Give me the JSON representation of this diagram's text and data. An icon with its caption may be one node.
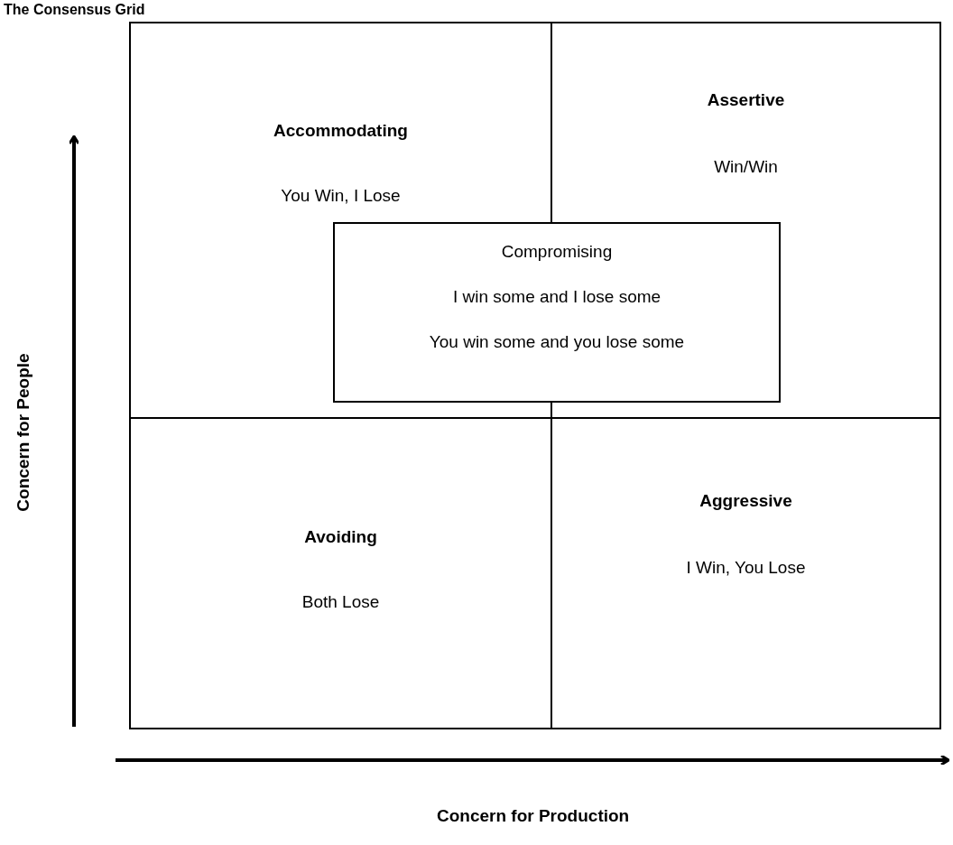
{
  "diagram": {
    "title": "The Consensus Grid",
    "nodes": [
      {
        "text": [
          "Accommodating",
          "You Win, I Lose"
        ]
      },
      {
        "text": [
          "Assertive",
          "Win/Win"
        ]
      },
      {
        "text": [
          "Compromising",
          "I win some and I lose some",
          "You win some and you lose some"
        ]
      },
      {
        "text": [
          "Avoiding",
          "Both Lose"
        ]
      },
      {
        "text": [
          "Aggressive",
          "I Win, You Lose"
        ]
      }
    ],
    "edges": [],
    "labels": [
      "Concern for People",
      "Concern for Production"
    ]
  }
}
